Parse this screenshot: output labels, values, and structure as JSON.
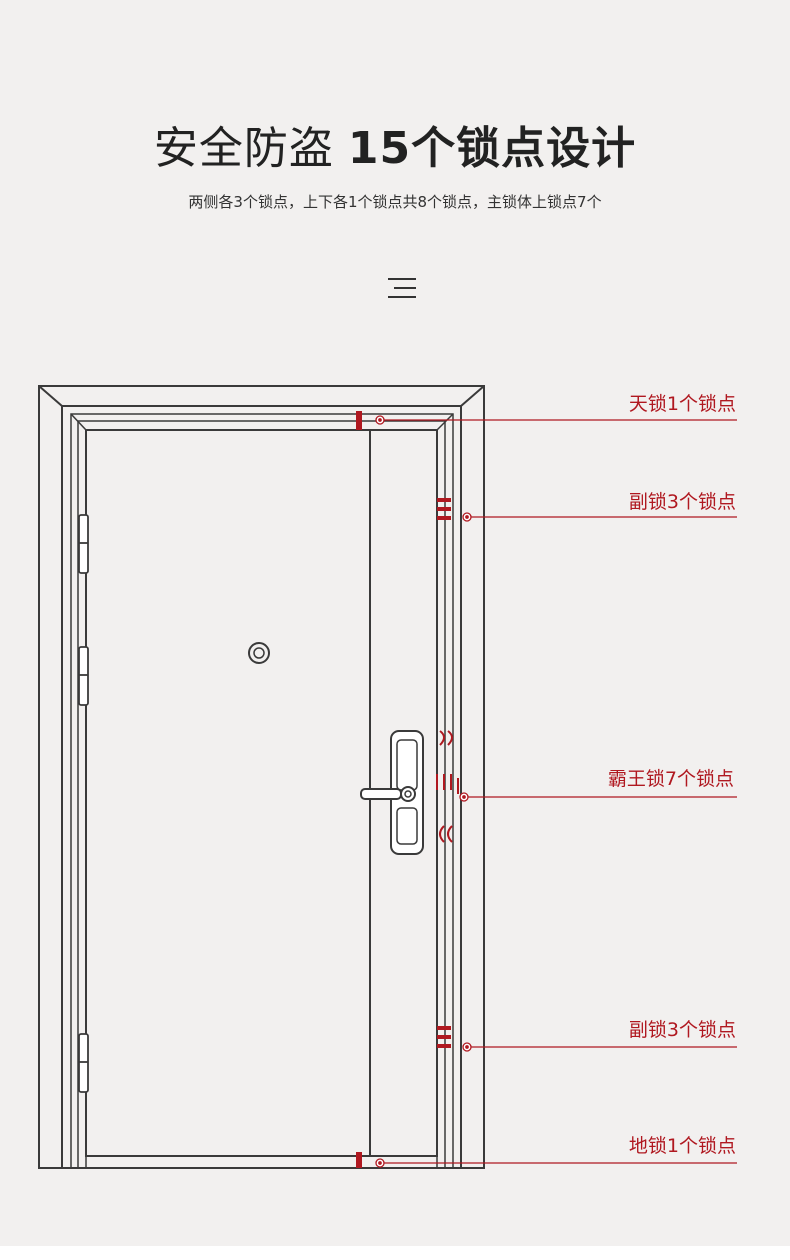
{
  "header": {
    "title_regular": "安全防盗",
    "title_bold": "15个锁点设计",
    "subtitle": "两侧各3个锁点，上下各1个锁点共8个锁点，主锁体上锁点7个"
  },
  "icons": {
    "divider": "menu-icon"
  },
  "callouts": [
    {
      "id": "top-lock",
      "label": "天锁1个锁点"
    },
    {
      "id": "upper-side-lock",
      "label": "副锁3个锁点"
    },
    {
      "id": "main-lock",
      "label": "霸王锁7个锁点"
    },
    {
      "id": "lower-side-lock",
      "label": "副锁3个锁点"
    },
    {
      "id": "bottom-lock",
      "label": "地锁1个锁点"
    }
  ],
  "colors": {
    "accent": "#b01820",
    "line": "#3a3a3a",
    "background": "#f2f0ef"
  }
}
